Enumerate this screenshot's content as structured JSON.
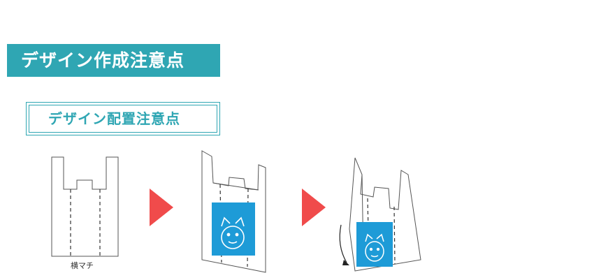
{
  "main_heading": "デザイン作成注意点",
  "sub_heading": "デザイン配置注意点",
  "caption": "横マチ",
  "colors": {
    "accent": "#2fa6b3",
    "arrow": "#f04b4b",
    "print_area": "#1e9bd7",
    "outline": "#444444"
  },
  "icons": [
    "play-arrow-icon",
    "fold-arrow-icon",
    "mascot-illustration"
  ]
}
